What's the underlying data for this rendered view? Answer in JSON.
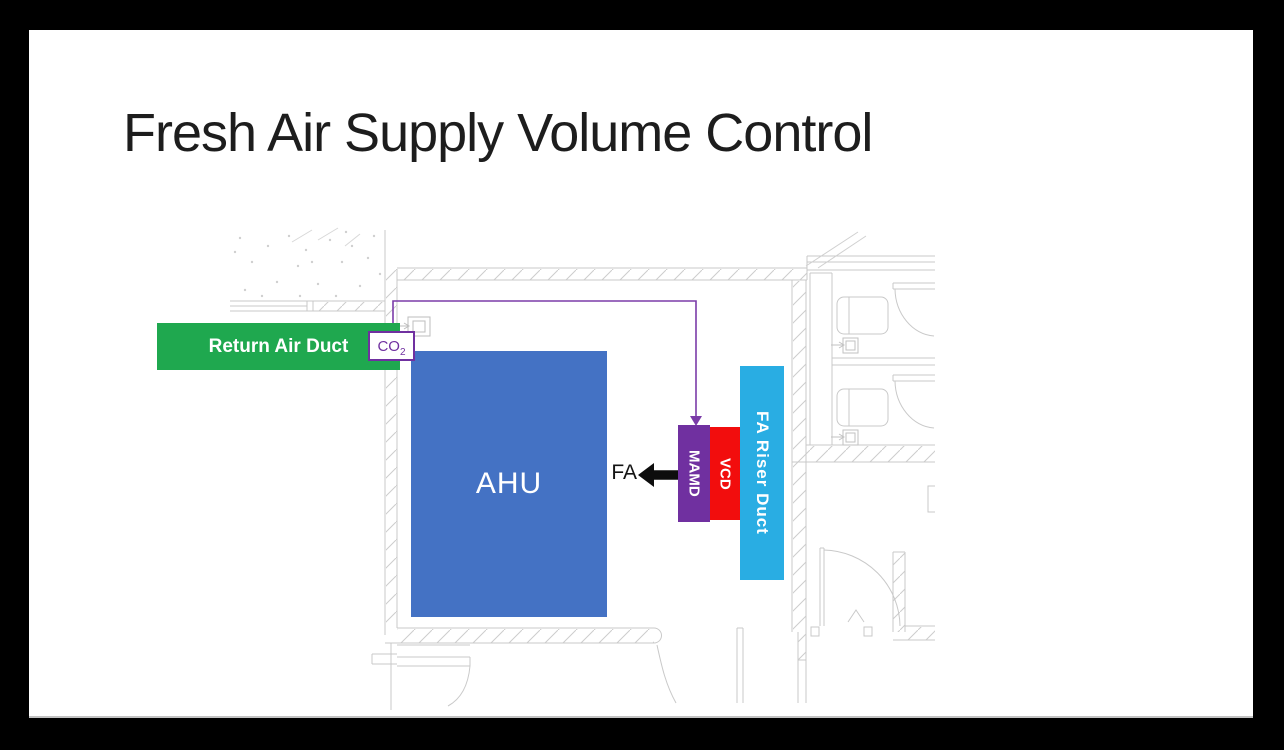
{
  "slide": {
    "title": "Fresh Air Supply Volume Control",
    "background_color": "#ffffff",
    "frame_color": "#000000"
  },
  "diagram": {
    "return_air_duct": {
      "label": "Return Air Duct",
      "color": "#1fa84f"
    },
    "co2_sensor": {
      "label": "CO",
      "subscript": "2",
      "color": "#7030a0"
    },
    "ahu": {
      "label": "AHU",
      "color": "#4472c4"
    },
    "fa_flow": {
      "label": "FA",
      "arrow_direction": "left",
      "arrow_color": "#0d0d0d"
    },
    "mamd": {
      "label": "MAMD",
      "color": "#7030a0"
    },
    "vcd": {
      "label": "VCD",
      "color": "#f20d0d"
    },
    "fa_riser_duct": {
      "label": "FA Riser Duct",
      "color": "#29ade3"
    },
    "control_line": {
      "color": "#7b3ca8",
      "from": "co2_sensor",
      "to": "mamd"
    }
  },
  "background": {
    "type": "architectural-floor-plan",
    "line_color": "#c9c9c9",
    "features": [
      "ahu-plant-room",
      "toilet-stalls",
      "door-swings",
      "hatched-walls"
    ]
  }
}
